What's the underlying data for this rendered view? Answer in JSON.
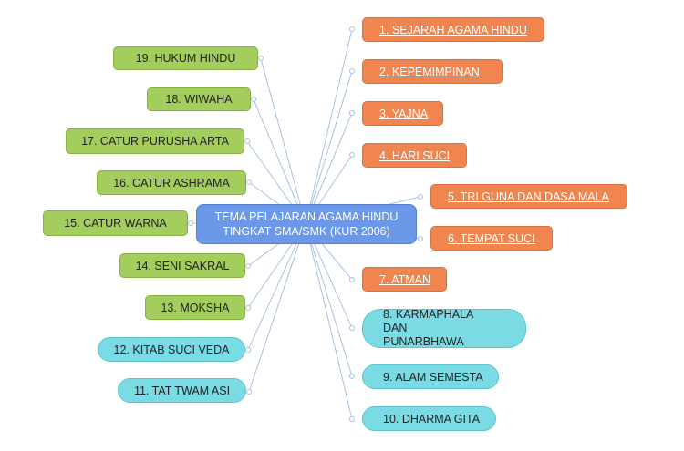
{
  "center": {
    "line1": "TEMA PELAJARAN AGAMA HINDU",
    "line2": "TINGKAT SMA/SMK (KUR 2006)"
  },
  "topics": [
    {
      "label": "1. SEJARAH AGAMA HINDU",
      "color": "#f0854f"
    },
    {
      "label": "2. KEPEMIMPINAN",
      "color": "#f0854f"
    },
    {
      "label": "3. YAJNA",
      "color": "#f0854f"
    },
    {
      "label": "4. HARI SUCI",
      "color": "#f0854f"
    },
    {
      "label": "5. TRI GUNA DAN DASA MALA",
      "color": "#f0854f"
    },
    {
      "label": "6. TEMPAT SUCI",
      "color": "#f0854f"
    },
    {
      "label": "7. ATMAN",
      "color": "#f0854f"
    },
    {
      "label": "8. KARMAPHALA DAN PUNARBHAWA",
      "color": "#7adbe4"
    },
    {
      "label": "9. ALAM SEMESTA",
      "color": "#7adbe4"
    },
    {
      "label": "10. DHARMA GITA",
      "color": "#7adbe4"
    },
    {
      "label": "11. TAT TWAM ASI",
      "color": "#7adbe4"
    },
    {
      "label": "12. KITAB SUCI VEDA",
      "color": "#7adbe4"
    },
    {
      "label": "13. MOKSHA",
      "color": "#a3cd5c"
    },
    {
      "label": "14. SENI SAKRAL",
      "color": "#a3cd5c"
    },
    {
      "label": "15. CATUR WARNA",
      "color": "#a3cd5c"
    },
    {
      "label": "16. CATUR ASHRAMA",
      "color": "#a3cd5c"
    },
    {
      "label": "17. CATUR PURUSHA ARTA",
      "color": "#a3cd5c"
    },
    {
      "label": "18. WIWAHA",
      "color": "#a3cd5c"
    },
    {
      "label": "19. HUKUM HINDU",
      "color": "#a3cd5c"
    }
  ]
}
